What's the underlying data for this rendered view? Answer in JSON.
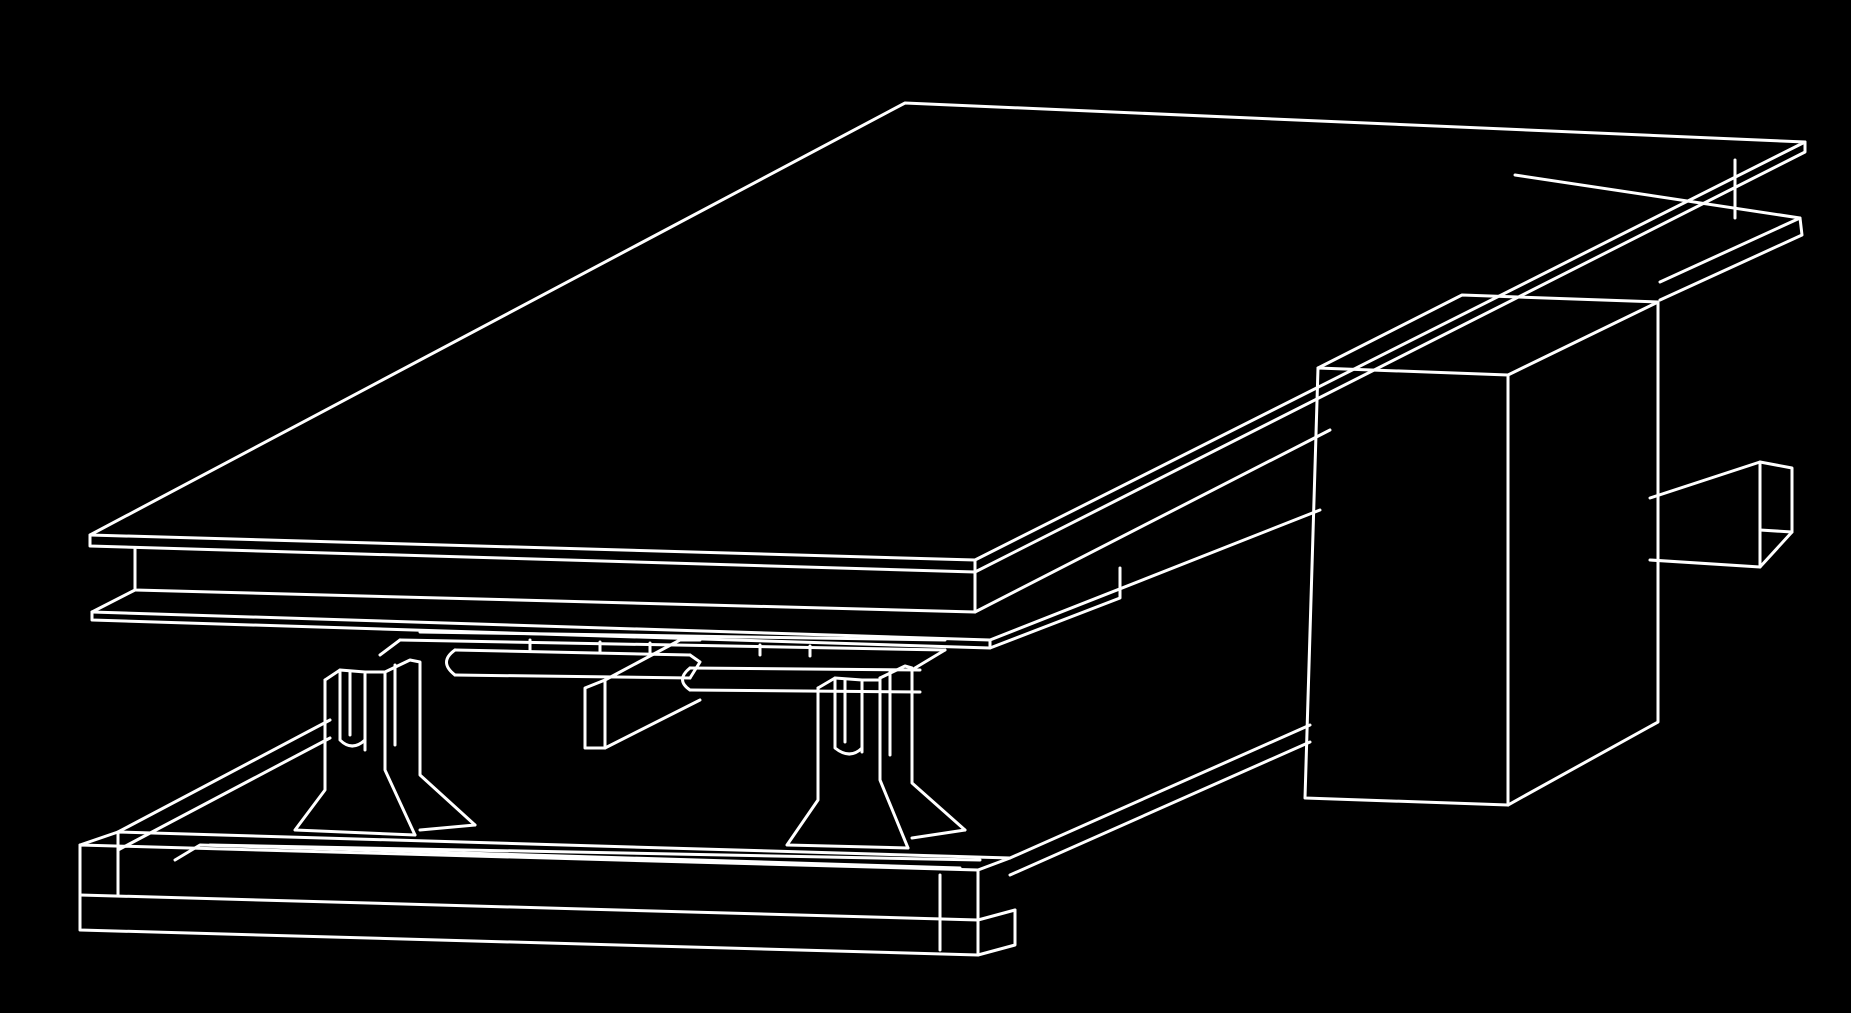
{
  "figure": {
    "background": "#000000",
    "line_color": "#ffffff",
    "parts": [
      "top-plate",
      "upper-flange",
      "lower-flange",
      "side-box",
      "base-frame",
      "left-pedestal",
      "right-pedestal",
      "center-bracket",
      "cross-rods",
      "rear-rails"
    ]
  }
}
